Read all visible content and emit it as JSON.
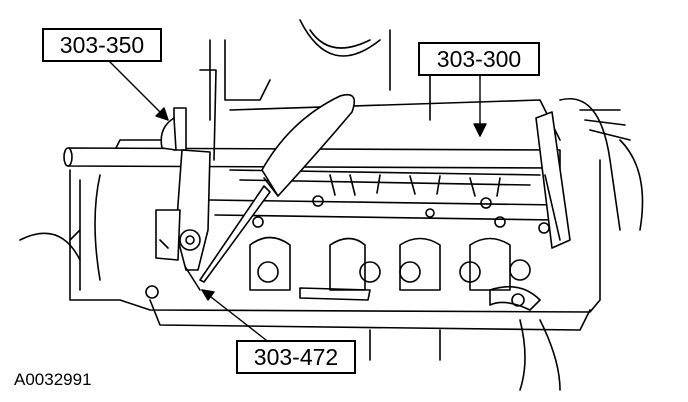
{
  "callouts": {
    "tool_1": "303-350",
    "tool_2": "303-300",
    "tool_3": "303-472"
  },
  "figure_id": "A0032991",
  "colors": {
    "ink": "#000000",
    "paper": "#ffffff"
  }
}
